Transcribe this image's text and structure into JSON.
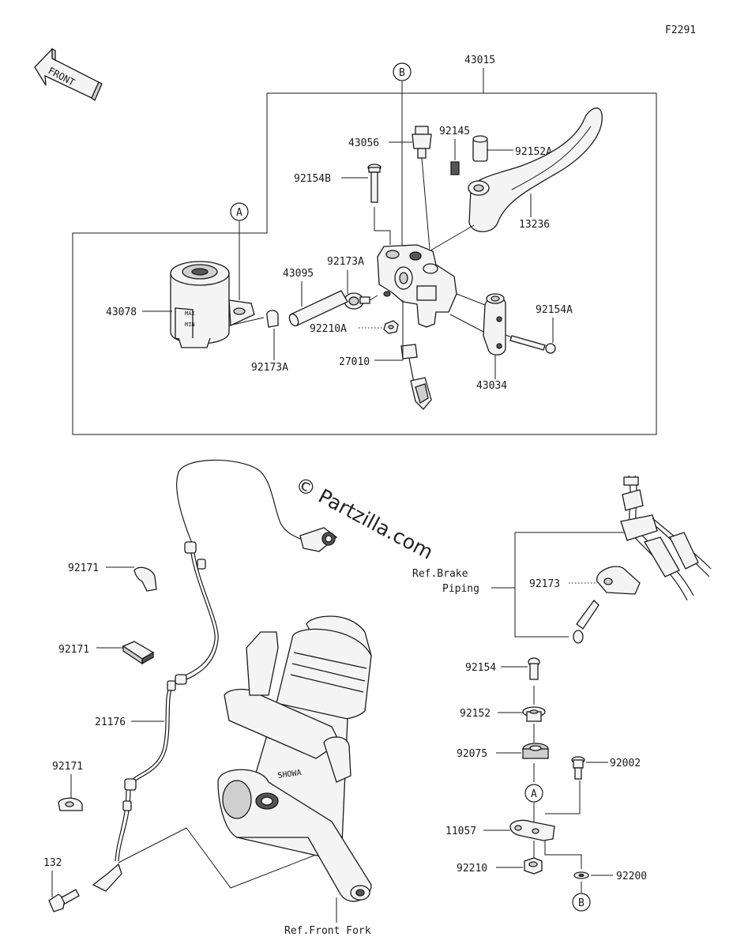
{
  "diagram_id": "F2291",
  "front_label": "FRONT",
  "watermark": "© Partzilla.com",
  "ref_labels": {
    "brake_piping_line1": "Ref.Brake",
    "brake_piping_line2": "Piping",
    "front_fork": "Ref.Front Fork"
  },
  "reference_markers": {
    "a": "A",
    "b": "B"
  },
  "reservoir_text": {
    "max": "MAX",
    "min": "MIN"
  },
  "fork_brand": "SHOWA",
  "part_numbers": {
    "p43015": "43015",
    "p43056": "43056",
    "p92145": "92145",
    "p92152A": "92152A",
    "p92154B": "92154B",
    "p13236": "13236",
    "p92173A_top": "92173A",
    "p43095": "43095",
    "p43078": "43078",
    "p92210A": "92210A",
    "p92154A": "92154A",
    "p92173A_bottom": "92173A",
    "p27010": "27010",
    "p43034": "43034",
    "p92171_a": "92171",
    "p92171_b": "92171",
    "p92171_c": "92171",
    "p21176": "21176",
    "p132": "132",
    "p92173": "92173",
    "p92154": "92154",
    "p92152": "92152",
    "p92075": "92075",
    "p92002": "92002",
    "p11057": "11057",
    "p92210": "92210",
    "p92200": "92200"
  }
}
